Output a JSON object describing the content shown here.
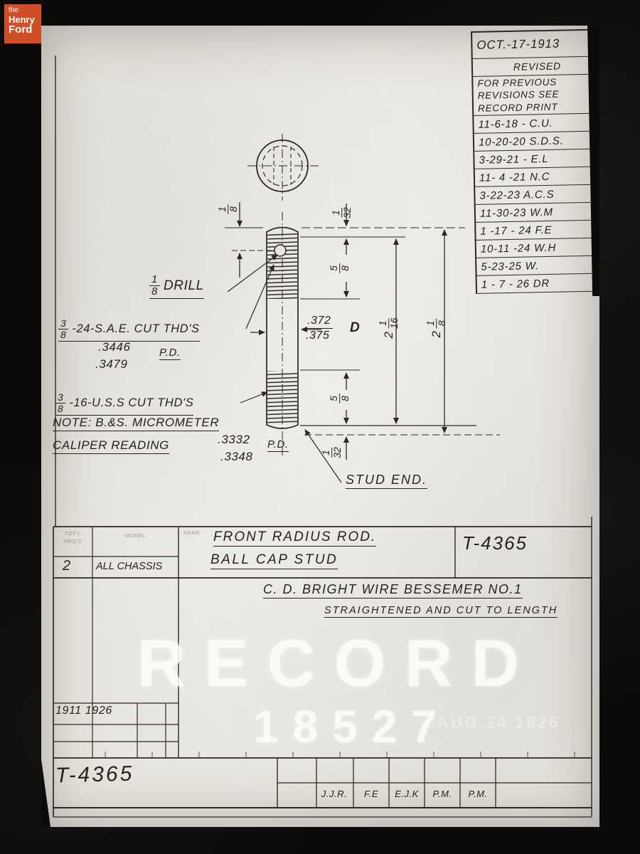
{
  "logo": {
    "the": "the",
    "henry": "Henry",
    "ford": "Ford"
  },
  "colors": {
    "logo_accent": "#d04e28",
    "paper": "#e7e5df",
    "ink": "#26231d",
    "background": "#0c0b09",
    "stamp_white": "#fdfdfa"
  },
  "revision_table": {
    "date": "OCT.-17-1913",
    "revised_label": "REVISED",
    "note_lines": [
      "FOR PREVIOUS",
      "REVISIONS SEE",
      "RECORD PRINT"
    ],
    "rows": [
      "11-6-18 - C.U.",
      "10-20-20 S.D.S.",
      "3-29-21 - E.L",
      "11- 4 -21 N.C",
      "3-22-23 A.C.S",
      "11-30-23 W.M",
      "1 -17 - 24 F.E",
      "10-11 -24 W.H",
      "5-23-25 W.",
      "1 - 7 - 26 DR"
    ]
  },
  "drawing": {
    "fractions": {
      "eighth": {
        "num": "1",
        "den": "8"
      },
      "three_eighths": {
        "num": "3",
        "den": "8"
      },
      "thirty_second": {
        "num": "1",
        "den": "32"
      },
      "five_eighths": {
        "num": "5",
        "den": "8"
      },
      "two_one_sixteenth": {
        "whole": "2",
        "num": "1",
        "den": "16"
      },
      "two_one_eighth": {
        "whole": "2",
        "num": "1",
        "den": "8"
      }
    },
    "callouts": {
      "drill_label": "DRILL",
      "sae": "-24-S.A.E. CUT THD'S",
      "sae_pd1": ".3446",
      "sae_pd2": ".3479",
      "pd_label": "P.D.",
      "uss": "-16-U.S.S CUT THD'S",
      "note1": "NOTE: B.&S. MICROMETER",
      "note2": "CALIPER READING",
      "note_v1": ".3332",
      "note_v2": ".3348",
      "dia_v1": ".372",
      "dia_v2": ".375",
      "dia_suffix": "D",
      "stud_end": "STUD END."
    }
  },
  "title_block": {
    "req_header1": "TOT'L",
    "req_header2": "REQ'D",
    "model_header": "MODEL",
    "name_header": "NAME",
    "req_value": "2",
    "model_value": "ALL CHASSIS",
    "name_line1": "FRONT RADIUS ROD.",
    "name_line2": "BALL CAP STUD",
    "part_number": "T-4365",
    "material_line1": "C. D. BRIGHT WIRE BESSEMER NO.1",
    "material_line2": "STRAIGHTENED AND CUT TO LENGTH",
    "years": "1911 1926",
    "bottom_part_number": "T-4365",
    "initials": [
      "J.J.R.",
      "F.E",
      "E.J.K",
      "P.M.",
      "P.M."
    ]
  },
  "stamps": {
    "record": "RECORD",
    "number": "18527",
    "date": "AUG 24 1926"
  }
}
